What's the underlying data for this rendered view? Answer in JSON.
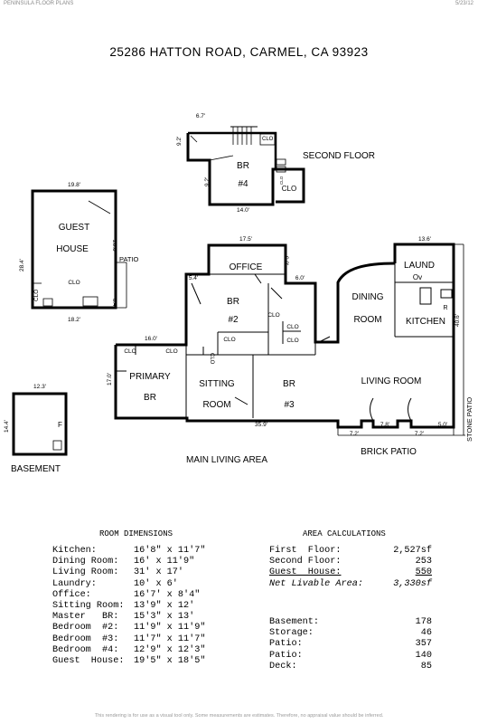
{
  "header": {
    "left": "PENINSULA FLOOR PLANS",
    "right": "5/23/12"
  },
  "title": "25286 HATTON ROAD, CARMEL, CA  93923",
  "plan": {
    "second_floor": {
      "label": "SECOND FLOOR",
      "room_br": "BR",
      "room_num": "#4",
      "clo": "CLO",
      "clo_small": "CLO",
      "dim_top": "6.7'",
      "dim_left_top": "9.2'",
      "dim_left_bottom": "9.2'",
      "dim_bottom": "14.0'"
    },
    "guest_house": {
      "line1": "GUEST",
      "line2": "HOUSE",
      "patio": "PATIO",
      "clo_center": "CLO",
      "clo_side": "CLO",
      "dim_top": "19.8'",
      "dim_left": "28.4'",
      "dim_right": "20.0'",
      "dim_right_small": "8.4'",
      "dim_bottom": "18.2'"
    },
    "basement": {
      "label": "BASEMENT",
      "f": "F",
      "dim_top": "12.3'",
      "dim_left": "14.4'"
    },
    "main": {
      "label": "MAIN LIVING AREA",
      "office": "OFFICE",
      "br2_line1": "BR",
      "br2_line2": "#2",
      "dining_line1": "DINING",
      "dining_line2": "ROOM",
      "laund": "LAUND",
      "ov": "Ov",
      "r": "R",
      "kitchen": "KITCHEN",
      "primary_line1": "PRIMARY",
      "primary_line2": "BR",
      "sitting_line1": "SITTING",
      "sitting_line2": "ROOM",
      "br3_line1": "BR",
      "br3_line2": "#3",
      "living": "LIVING ROOM",
      "clo": "CLO",
      "dim_office_top": "17.5'",
      "dim_office_left": "5.4'",
      "dim_office_right": "9.0'",
      "dim_office_right2": "6.0'",
      "dim_laund_top": "13.6'",
      "dim_kitchen_right": "40.6'",
      "dim_primary_top": "16.0'",
      "dim_primary_left": "17.0'",
      "dim_bottom": "35.9'",
      "dim_patio_1": "7.2'",
      "dim_patio_2": "7.8'",
      "dim_patio_3": "7.2'",
      "dim_patio_4": "5.0'"
    },
    "brick_patio": "BRICK PATIO",
    "stone_patio": "STONE PATIO"
  },
  "room_dimensions": {
    "heading": "ROOM DIMENSIONS",
    "rows": [
      {
        "label": "Kitchen:",
        "value": "16'8\" x 11'7\""
      },
      {
        "label": "Dining Room:",
        "value": "16' x 11'9\""
      },
      {
        "label": "Living Room:",
        "value": "31' x 17'"
      },
      {
        "label": "Laundry:",
        "value": "10' x 6'"
      },
      {
        "label": "Office:",
        "value": "16'7' x 8'4\""
      },
      {
        "label": "Sitting Room:",
        "value": "13'9\" x 12'"
      },
      {
        "label": "Master   BR:",
        "value": "15'3\" x 13'"
      },
      {
        "label": "Bedroom  #2:",
        "value": "11'9\" x 11'9\""
      },
      {
        "label": "Bedroom  #3:",
        "value": "11'7\" x 11'7\""
      },
      {
        "label": "Bedroom  #4:",
        "value": "12'9\" x 12'3\""
      },
      {
        "label": "Guest  House:",
        "value": "19'5\" x 18'5\""
      }
    ]
  },
  "area_calculations": {
    "heading": "AREA CALCULATIONS",
    "rows": [
      {
        "label": "First  Floor:",
        "value": "2,527sf"
      },
      {
        "label": "Second Floor:",
        "value": "253"
      },
      {
        "label": "Guest  House:",
        "value": "550"
      },
      {
        "label": "Net Livable Area:",
        "value": "3,330sf"
      }
    ],
    "extra_rows": [
      {
        "label": "Basement:",
        "value": "178"
      },
      {
        "label": "Storage:",
        "value": "46"
      },
      {
        "label": "Patio:",
        "value": "357"
      },
      {
        "label": "Patio:",
        "value": "140"
      },
      {
        "label": "Deck:",
        "value": "85"
      }
    ]
  },
  "footer": "This rendering is for use as a visual tool only.  Some measurements are estimates.  Therefore, no appraisal value should be inferred."
}
